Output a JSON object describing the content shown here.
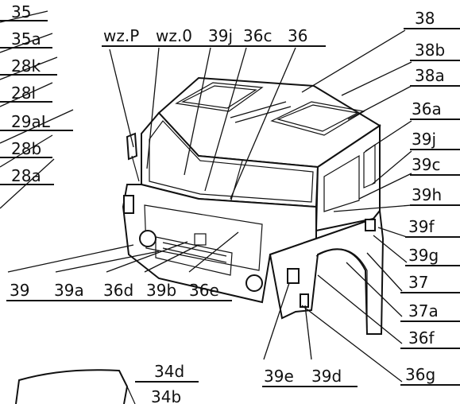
{
  "labels": {
    "l_35": "35",
    "l_35a": "35a",
    "l_28k": "28k",
    "l_28l": "28l",
    "l_29aL": "29aL",
    "l_28b": "28b",
    "l_28a": "28a",
    "l_wzP": "wz.P",
    "l_wzO": "wz.0",
    "l_39j_top": "39j",
    "l_36c": "36c",
    "l_36": "36",
    "l_38": "38",
    "l_38b": "38b",
    "l_38a": "38a",
    "l_36a": "36a",
    "l_39j_right": "39j",
    "l_39c": "39c",
    "l_39h": "39h",
    "l_39f": "39f",
    "l_39g": "39g",
    "l_37": "37",
    "l_37a": "37a",
    "l_36f": "36f",
    "l_36g": "36g",
    "l_39": "39",
    "l_39a": "39a",
    "l_36d": "36d",
    "l_39b": "39b",
    "l_36e": "36e",
    "l_39e": "39e",
    "l_39d": "39d",
    "l_34d": "34d",
    "l_34b": "34b"
  }
}
